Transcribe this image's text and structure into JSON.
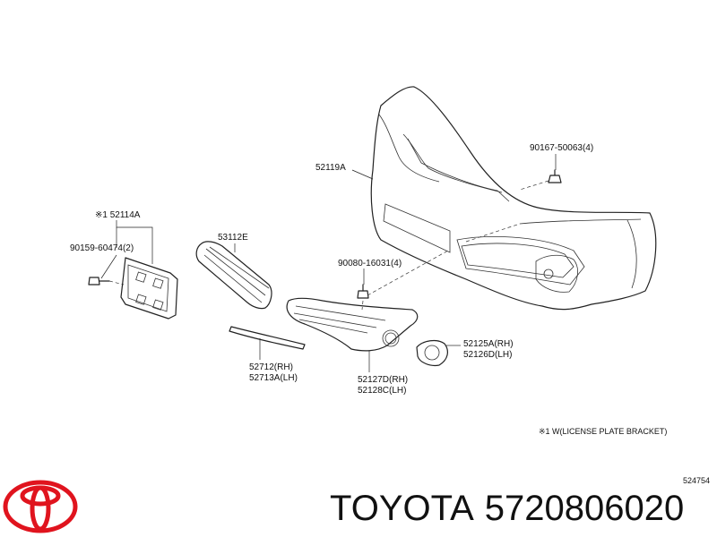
{
  "callouts": {
    "bumper_cover": "52119A",
    "bumper_bolt": "90167-50063(4)",
    "plate_bracket": "※1 52114A",
    "plate_screw": "90159-60474(2)",
    "upper_grille": "53112E",
    "grille_bolt": "90080-16031(4)",
    "molding_rh": "52712(RH)",
    "molding_lh": "52713A(LH)",
    "lower_grille_rh": "52127D(RH)",
    "lower_grille_lh": "52128C(LH)",
    "fog_bezel_rh": "52125A(RH)",
    "fog_bezel_lh": "52126D(LH)"
  },
  "footnote": "※1 W(LICENSE PLATE BRACKET)",
  "diagram_code": "524754",
  "brand": "TOYOTA",
  "part_number": "5720806020",
  "colors": {
    "logo_red": "#e0141e",
    "ink": "#111111"
  }
}
